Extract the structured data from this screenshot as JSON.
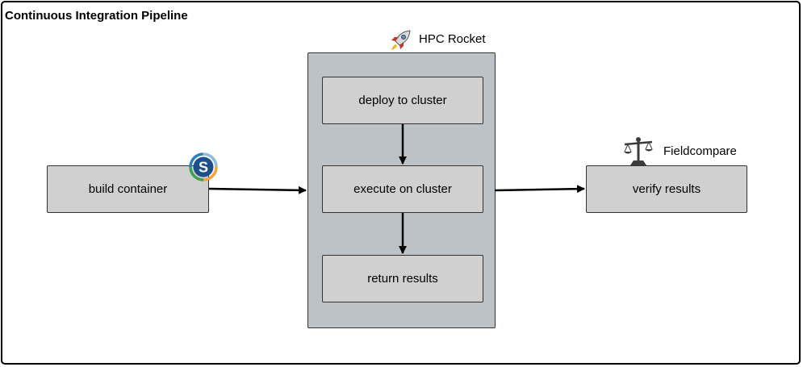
{
  "diagram": {
    "title": "Continuous Integration Pipeline",
    "nodes": {
      "build": "build container",
      "deploy": "deploy to cluster",
      "execute": "execute on cluster",
      "return": "return results",
      "verify": "verify results"
    },
    "group_label": "HPC Rocket",
    "tool_label": "Fieldcompare",
    "icons": {
      "rocket": "rocket-icon",
      "container": "singularity-s-icon",
      "scales": "balance-scale-icon"
    },
    "colors": {
      "group_fill": "#bdc2c6",
      "box_fill": "#d0d0d0",
      "logo_blue": "#1f4e8c"
    }
  }
}
